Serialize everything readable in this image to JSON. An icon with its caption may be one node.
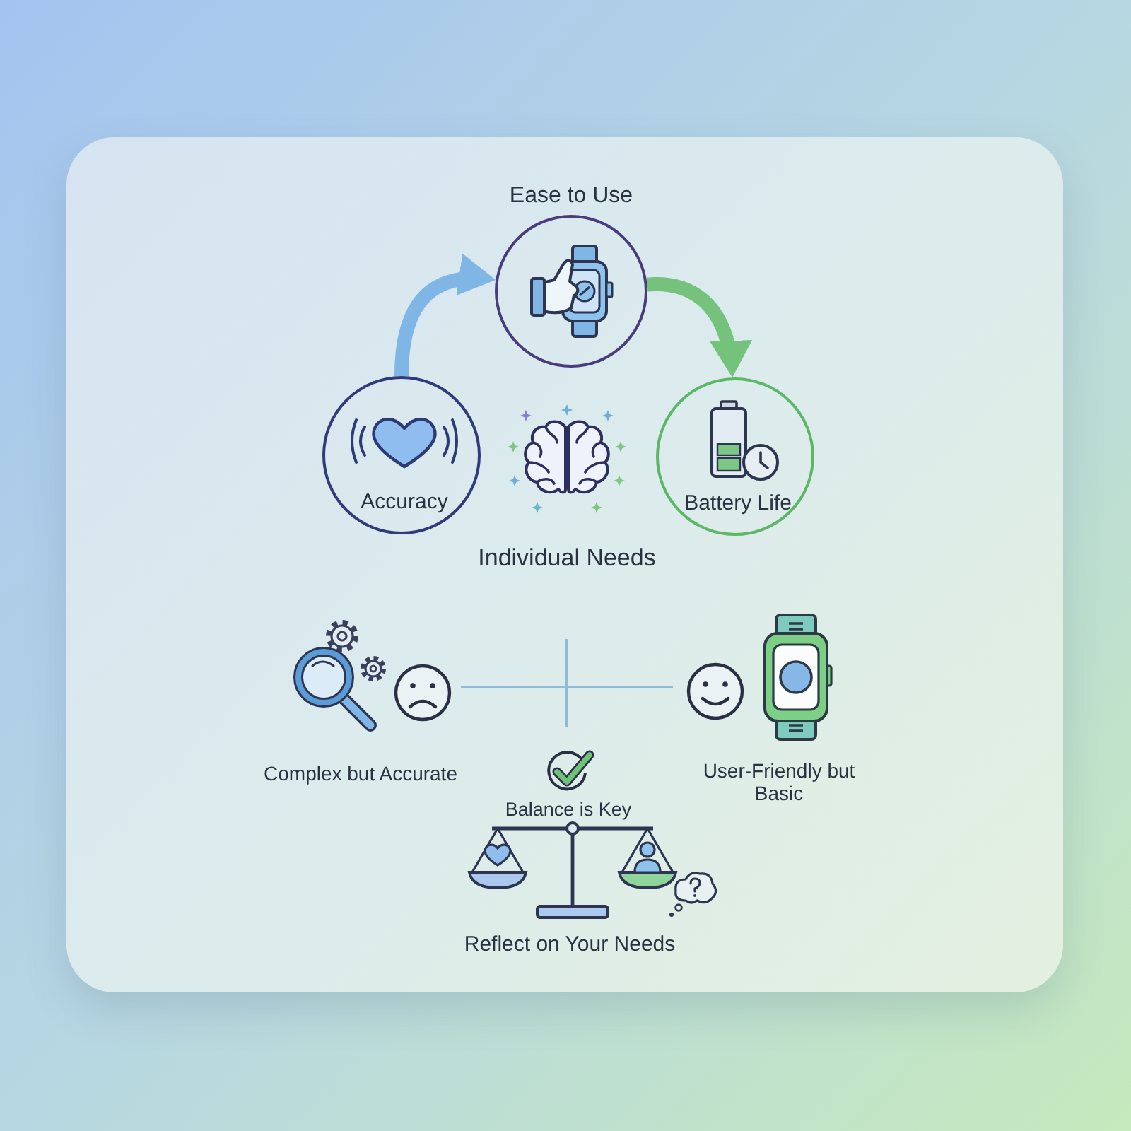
{
  "diagram": {
    "nodes": [
      {
        "text": [
          "Ease to Use"
        ]
      },
      {
        "text": [
          "Accuracy"
        ]
      },
      {
        "text": [
          "Battery Life"
        ]
      }
    ],
    "edges": [
      {
        "from": 1,
        "to": 0,
        "arrow": "to",
        "color": "#7fb6e6"
      },
      {
        "from": 0,
        "to": 2,
        "arrow": "to",
        "color": "#74c27b"
      }
    ],
    "labels": [
      "Individual Needs",
      "Complex but Accurate",
      "User-Friendly but Basic",
      "Balance is Key",
      "Reflect on Your Needs"
    ]
  }
}
